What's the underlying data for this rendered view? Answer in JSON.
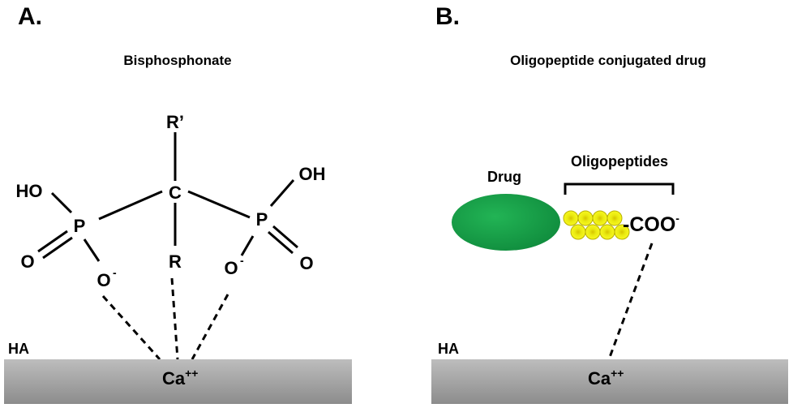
{
  "panel_a": {
    "label": "A.",
    "title": "Bisphosphonate",
    "atoms": {
      "r_prime": "R’",
      "carbon": "C",
      "r": "R",
      "ho_left": "HO",
      "oh_right": "OH",
      "p_left": "P",
      "p_right": "P",
      "o_left": "O",
      "o_right": "O",
      "o_minus_left": "O",
      "o_minus_right": "O",
      "minus": "-"
    },
    "surface_label": "HA",
    "calcium": "Ca",
    "calcium_charge": "++"
  },
  "panel_b": {
    "label": "B.",
    "title": "Oligopeptide conjugated drug",
    "drug_label": "Drug",
    "oligo_label": "Oligopeptides",
    "carboxyl": "-COO",
    "carboxyl_charge": "-",
    "surface_label": "HA",
    "calcium": "Ca",
    "calcium_charge": "++"
  },
  "colors": {
    "drug_green": "#1aa34a",
    "peptide_yellow": "#f2f20a",
    "surface_gray": "#a9a9a9"
  }
}
